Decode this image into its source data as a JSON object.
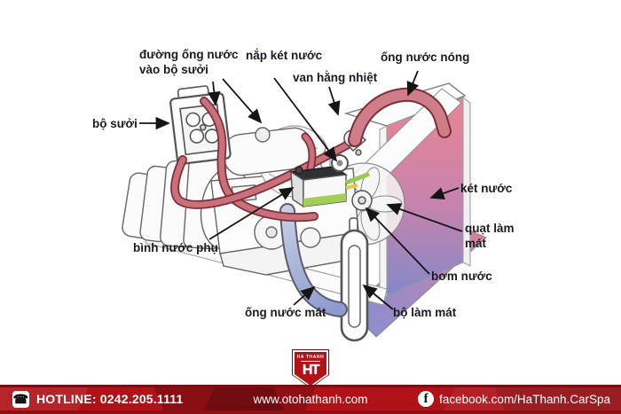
{
  "diagram": {
    "labels": {
      "heater_pipe_line1": "đường ống nước",
      "heater_pipe_line2": "vào bộ sưởi",
      "radiator_cap": "nắp két nước",
      "thermostat": "van hằng nhiệt",
      "hot_pipe": "ống nước nóng",
      "heater": "bộ sưởi",
      "radiator": "két nước",
      "fan_line1": "quạt làm",
      "fan_line2": "mát",
      "pump": "bơm nước",
      "reservoir": "bình nước phụ",
      "cool_pipe": "ống nước mát",
      "cooler": "bộ làm mát"
    }
  },
  "footer": {
    "hotline": "HOTLINE: 0242.205.1111",
    "website": "www.otohathanh.com",
    "facebook": "facebook.com/HaThanh.CarSpa"
  },
  "logo": {
    "brand": "HA THANH",
    "monogram": "HT"
  },
  "icons": {
    "phone": "☎",
    "facebook_f": "f"
  },
  "colors": {
    "footer_red": "#b01218",
    "footer_dark": "#7d0b11",
    "label_color": "#1a1a24",
    "hose_red": "#c9707b",
    "hose_red_dark": "#7e2e38",
    "radiator_top": "#ea8593",
    "radiator_bottom": "#8289c9",
    "cool_blue": "#94a0d0",
    "reservoir_green": "#a2cf56"
  }
}
